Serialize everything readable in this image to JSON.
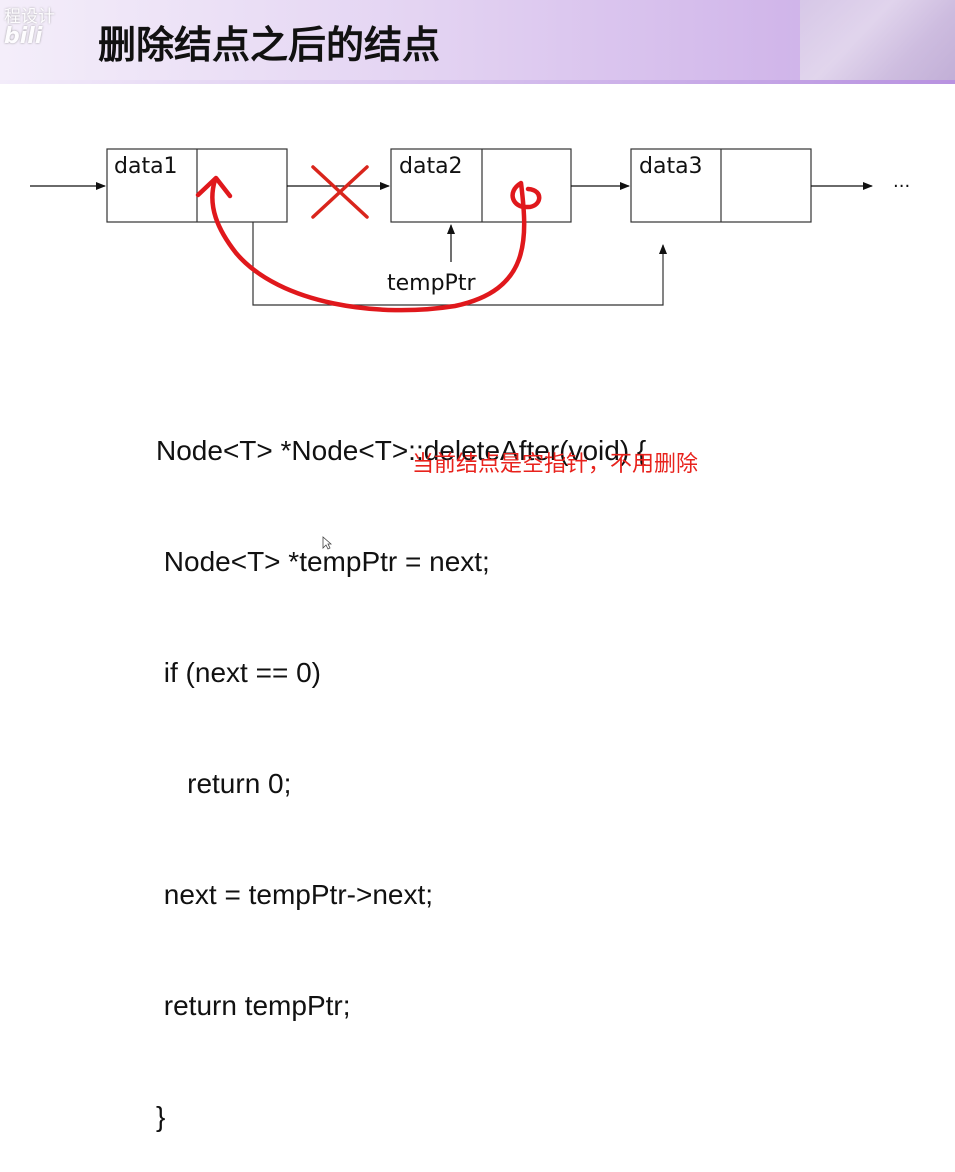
{
  "watermark": {
    "text": "程设计",
    "logo": "bili"
  },
  "slide": {
    "title": "删除结点之后的结点"
  },
  "diagram": {
    "nodes": [
      {
        "label": "data1"
      },
      {
        "label": "data2"
      },
      {
        "label": "data3"
      }
    ],
    "pointer_label": "tempPtr",
    "ellipsis": "···",
    "cross_color": "#d9251c",
    "annotation_color": "#e0181c"
  },
  "code": {
    "lines": [
      "Node<T> *Node<T>::deleteAfter(void) {",
      " Node<T> *tempPtr = next;",
      " if (next == 0)",
      "    return 0;",
      " next = tempPtr->next;",
      " return tempPtr;",
      "}"
    ],
    "comment": "当前结点是空指针，不用删除"
  }
}
